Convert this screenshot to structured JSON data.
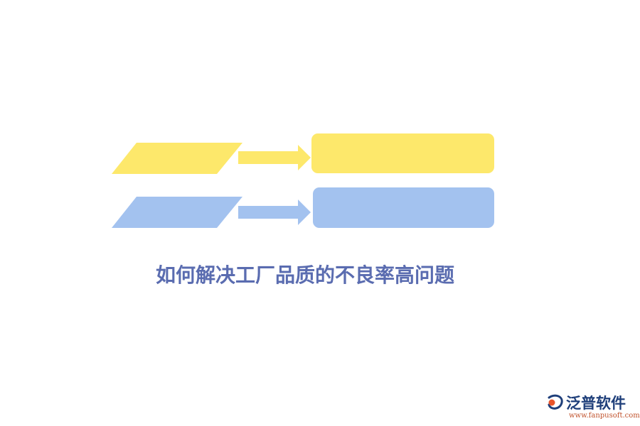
{
  "title": "如何解决工厂品质的不良率高问题",
  "rows": [
    {
      "color": "#fde86b"
    },
    {
      "color": "#a3c2ef"
    }
  ],
  "logo": {
    "icon": "fanpu-swirl-logo-icon",
    "name": "泛普软件",
    "url": "www.fanpusoft.com",
    "colors": [
      "#1f3f7a",
      "#e8552b"
    ]
  }
}
